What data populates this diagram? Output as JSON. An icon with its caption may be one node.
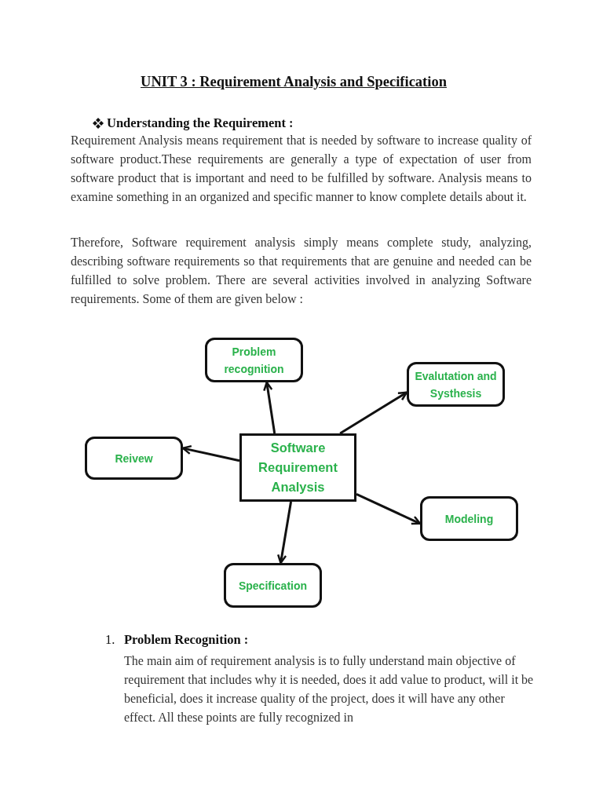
{
  "diagram": {
    "title": "UNIT 3 : Requirement Analysis and Specification",
    "nodes": [
      {
        "text": [
          "Problem recognition"
        ]
      },
      {
        "text": [
          "Evalutation and Systhesis"
        ]
      },
      {
        "text": [
          "Reivew"
        ]
      },
      {
        "text": [
          "Software Requirement Analysis"
        ]
      },
      {
        "text": [
          "Modeling"
        ]
      },
      {
        "text": [
          "Specification"
        ]
      }
    ],
    "edges": [
      {
        "from": 3,
        "to": 0,
        "arrow": "to"
      },
      {
        "from": 3,
        "to": 1,
        "arrow": "to"
      },
      {
        "from": 3,
        "to": 2,
        "arrow": "to"
      },
      {
        "from": 3,
        "to": 4,
        "arrow": "to"
      },
      {
        "from": 3,
        "to": 5,
        "arrow": "to"
      }
    ],
    "labels": [
      "Understanding the Requirement :",
      "Requirement Analysis means requirement that is needed by software to increase quality of software product.These requirements are generally a type of expectation of user from software product that is important and need to be fulfilled by software. Analysis means to examine something in an organized and specific manner to know complete details about it.",
      "Therefore, Software requirement analysis simply means complete study, analyzing, describing software requirements so that requirements that are genuine and needed can be fulfilled to solve problem. There are several activities involved in analyzing Software requirements. Some of them are given below :",
      "1.",
      "Problem Recognition :",
      "The main aim of requirement analysis is to fully understand main objective of requirement that includes why it is needed, does it add value to product, will it be beneficial, does it increase quality of the project, does it will have any other effect. All these points are fully recognized in"
    ]
  }
}
